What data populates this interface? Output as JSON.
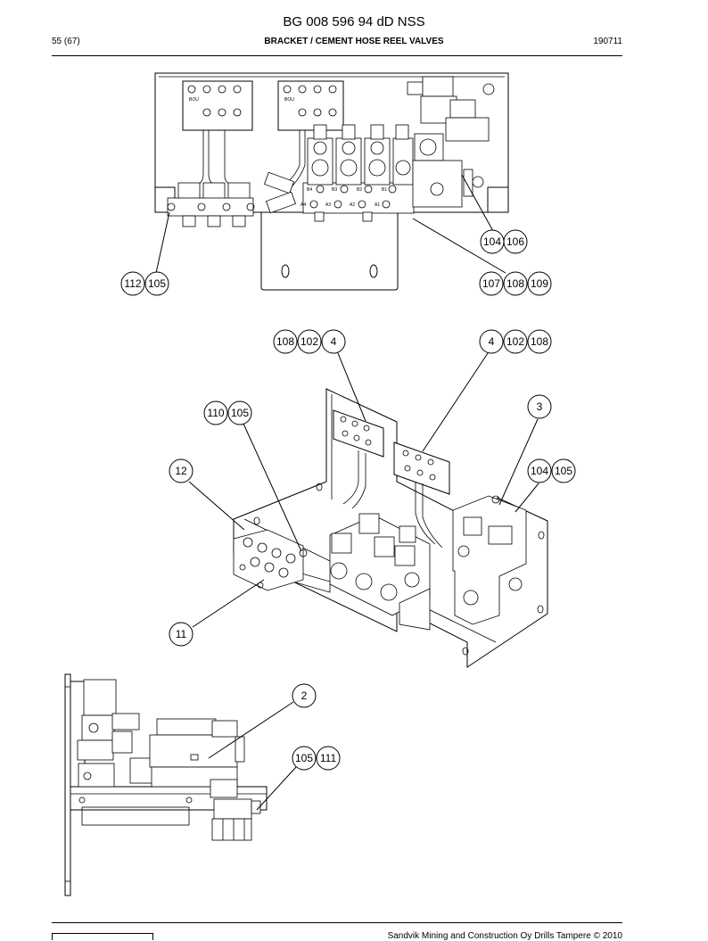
{
  "header": {
    "document_title": "BG 008 596 94 dD NSS",
    "page_number": "55 (67)",
    "section_title": "BRACKET / CEMENT HOSE REEL VALVES",
    "date_code": "190711"
  },
  "footer": {
    "copyright": "Sandvik Mining and Construction Oy Drills Tampere © 2010"
  },
  "drawing_labels": {
    "bou": "BOU",
    "ports": [
      "B4",
      "B3",
      "B2",
      "B1",
      "A4",
      "A3",
      "A2",
      "A1"
    ]
  },
  "callouts": {
    "v1_104": "104",
    "v1_106": "106",
    "v1_112": "112",
    "v1_105": "105",
    "v1_107": "107",
    "v1_108": "108",
    "v1_109": "109",
    "v2_108a": "108",
    "v2_102a": "102",
    "v2_4a": "4",
    "v2_4b": "4",
    "v2_102b": "102",
    "v2_108b": "108",
    "v2_110": "110",
    "v2_105a": "105",
    "v2_3": "3",
    "v2_12": "12",
    "v2_104": "104",
    "v2_105b": "105",
    "v2_11": "11",
    "v3_2": "2",
    "v3_105": "105",
    "v3_111": "111"
  }
}
